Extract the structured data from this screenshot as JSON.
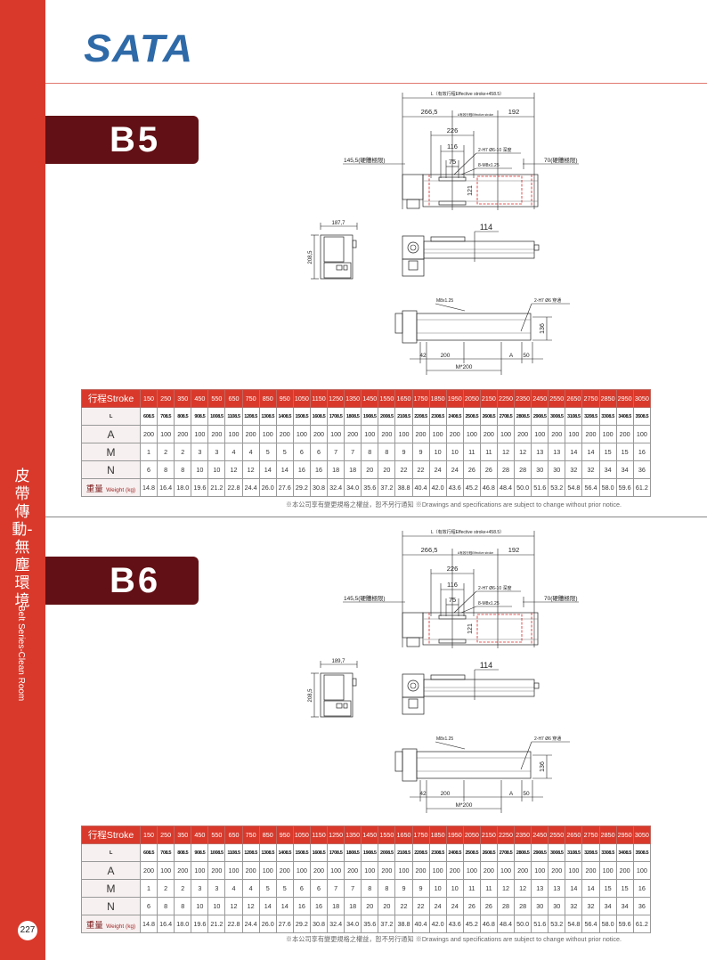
{
  "brand": {
    "logo_text": "SATA"
  },
  "sidebar": {
    "title_zh": "皮帶傳動-無塵環境",
    "title_en": "Belt Series-Clean Room",
    "page_number": "227"
  },
  "colors": {
    "accent": "#d9392b",
    "banner": "#621015",
    "logo": "#2f6aa8"
  },
  "sections": [
    {
      "model": "B5",
      "drawing": {
        "total_length": "L（有效行程Effective stroke+458.5）",
        "left_offset": "266,5",
        "effective_stroke": "A有效行程Effective stroke",
        "right_offset": "192",
        "carriage_width": "226",
        "hole_pitch_1": "116",
        "hole_pitch_2": "75",
        "dowel_note": "2-H7 Ø6-10 深度",
        "tap_note": "8-M8x1.25",
        "left_limit": "145,5(硬體極限)",
        "right_limit": "70(硬體極限)",
        "body_width": "121",
        "side_height": "114",
        "end_width": "187,7",
        "end_height": "208,5",
        "bottom_tap": "M8x1.25",
        "bottom_dowel": "2-H7 Ø6 穿通",
        "bottom_height": "136",
        "dim_42": "42",
        "dim_200": "200",
        "dim_a": "A",
        "dim_50": "50",
        "dim_m": "M*200"
      }
    },
    {
      "model": "B6",
      "drawing": {
        "total_length": "L（有效行程Effective stroke+458.5）",
        "left_offset": "266,5",
        "effective_stroke": "A有效行程Effective stroke",
        "right_offset": "192",
        "carriage_width": "226",
        "hole_pitch_1": "116",
        "hole_pitch_2": "75",
        "dowel_note": "2-H7 Ø6-10 深度",
        "tap_note": "8-M8x1.25",
        "left_limit": "145,5(硬體極限)",
        "right_limit": "70(硬體極限)",
        "body_width": "121",
        "side_height": "114",
        "end_width": "189,7",
        "end_height": "208,5",
        "bottom_tap": "M8x1.25",
        "bottom_dowel": "2-H7 Ø6 穿通",
        "bottom_height": "136",
        "dim_42": "42",
        "dim_200": "200",
        "dim_a": "A",
        "dim_50": "50",
        "dim_m": "M*200"
      }
    }
  ],
  "table": {
    "stroke_label": "行程Stroke",
    "l_label": "L",
    "a_label": "A",
    "m_label": "M",
    "n_label": "N",
    "weight_label_zh": "重量",
    "weight_label_en": "Weight (kg)",
    "stroke": [
      "150",
      "250",
      "350",
      "450",
      "550",
      "650",
      "750",
      "850",
      "950",
      "1050",
      "1150",
      "1250",
      "1350",
      "1450",
      "1550",
      "1650",
      "1750",
      "1850",
      "1950",
      "2050",
      "2150",
      "2250",
      "2350",
      "2450",
      "2550",
      "2650",
      "2750",
      "2850",
      "2950",
      "3050"
    ],
    "L": [
      "608.5",
      "708.5",
      "808.5",
      "908.5",
      "1008.5",
      "1108.5",
      "1208.5",
      "1308.5",
      "1408.5",
      "1508.5",
      "1608.5",
      "1708.5",
      "1808.5",
      "1908.5",
      "2008.5",
      "2108.5",
      "2208.5",
      "2308.5",
      "2408.5",
      "2508.5",
      "2608.5",
      "2708.5",
      "2808.5",
      "2908.5",
      "3008.5",
      "3108.5",
      "3208.5",
      "3308.5",
      "3408.5",
      "3508.5"
    ],
    "A": [
      "200",
      "100",
      "200",
      "100",
      "200",
      "100",
      "200",
      "100",
      "200",
      "100",
      "200",
      "100",
      "200",
      "100",
      "200",
      "100",
      "200",
      "100",
      "200",
      "100",
      "200",
      "100",
      "200",
      "100",
      "200",
      "100",
      "200",
      "100",
      "200",
      "100"
    ],
    "M": [
      "1",
      "2",
      "2",
      "3",
      "3",
      "4",
      "4",
      "5",
      "5",
      "6",
      "6",
      "7",
      "7",
      "8",
      "8",
      "9",
      "9",
      "10",
      "10",
      "11",
      "11",
      "12",
      "12",
      "13",
      "13",
      "14",
      "14",
      "15",
      "15",
      "16"
    ],
    "N": [
      "6",
      "8",
      "8",
      "10",
      "10",
      "12",
      "12",
      "14",
      "14",
      "16",
      "16",
      "18",
      "18",
      "20",
      "20",
      "22",
      "22",
      "24",
      "24",
      "26",
      "26",
      "28",
      "28",
      "30",
      "30",
      "32",
      "32",
      "34",
      "34",
      "36"
    ],
    "weight": [
      "14.8",
      "16.4",
      "18.0",
      "19.6",
      "21.2",
      "22.8",
      "24.4",
      "26.0",
      "27.6",
      "29.2",
      "30.8",
      "32.4",
      "34.0",
      "35.6",
      "37.2",
      "38.8",
      "40.4",
      "42.0",
      "43.6",
      "45.2",
      "46.8",
      "48.4",
      "50.0",
      "51.6",
      "53.2",
      "54.8",
      "56.4",
      "58.0",
      "59.6",
      "61.2"
    ]
  },
  "note": "※本公司享有變更規格之權益，恕不另行通知 ※Drawings and specifications are subject to change without prior notice."
}
